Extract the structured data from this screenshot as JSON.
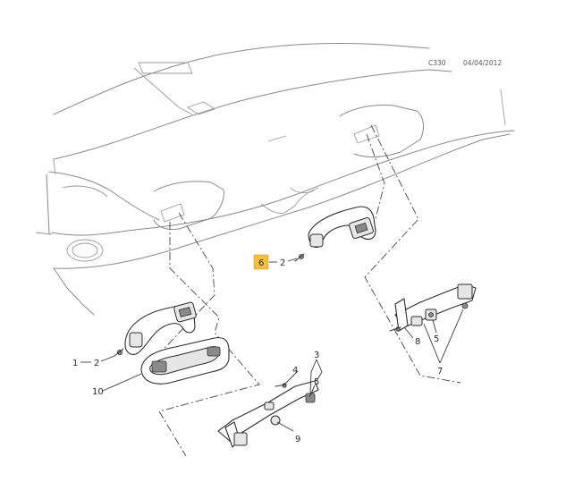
{
  "header": {
    "code": "C330",
    "date": "04/04/2012"
  },
  "callouts": {
    "c1": "1",
    "c2a": "2",
    "c2b": "2",
    "c3": "3",
    "c4": "4",
    "c5a": "5",
    "c5b": "5",
    "c6": "6",
    "c7": "7",
    "c8": "8",
    "c9": "9",
    "c10": "10"
  },
  "highlight_color": "#f6bf3a"
}
